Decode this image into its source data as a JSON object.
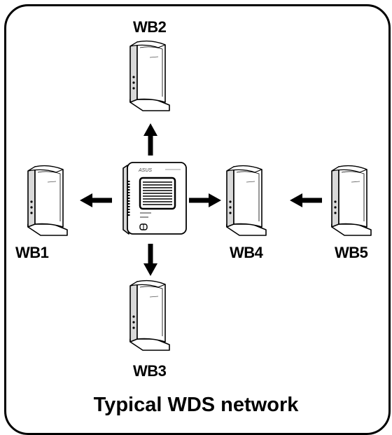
{
  "diagram": {
    "title": "Typical WDS network",
    "nodes": {
      "wb1": "WB1",
      "wb2": "WB2",
      "wb3": "WB3",
      "wb4": "WB4",
      "wb5": "WB5"
    },
    "router_brand": "ASUS"
  },
  "colors": {
    "stroke": "#000000",
    "device_face": "#ffffff",
    "device_side": "#d9d9d9"
  }
}
